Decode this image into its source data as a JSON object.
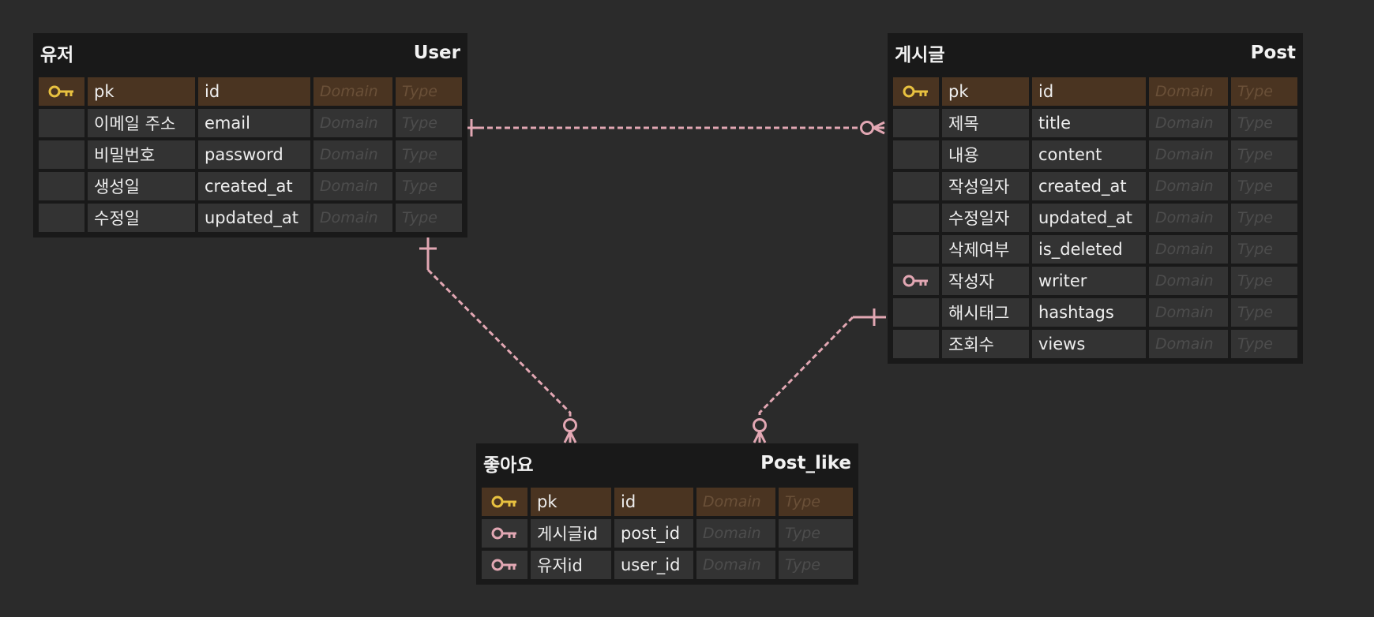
{
  "colors": {
    "background": "#2b2b2b",
    "table_bg": "#191919",
    "cell_bg": "#333333",
    "pk_row_bg": "#4a3421",
    "pk_key": "#e8c140",
    "fk_key": "#e2a7b3",
    "relation_line": "#e2a7b3"
  },
  "tables": [
    {
      "id": "user",
      "logical_name": "유저",
      "physical_name": "User",
      "columns": [
        {
          "key": "pk-key-icon",
          "logical": "pk",
          "physical": "id",
          "domain": "Domain",
          "type": "Type"
        },
        {
          "key": "",
          "logical": "이메일 주소",
          "physical": "email",
          "domain": "Domain",
          "type": "Type"
        },
        {
          "key": "",
          "logical": "비밀번호",
          "physical": "password",
          "domain": "Domain",
          "type": "Type"
        },
        {
          "key": "",
          "logical": "생성일",
          "physical": "created_at",
          "domain": "Domain",
          "type": "Type"
        },
        {
          "key": "",
          "logical": "수정일",
          "physical": "updated_at",
          "domain": "Domain",
          "type": "Type"
        }
      ]
    },
    {
      "id": "post",
      "logical_name": "게시글",
      "physical_name": "Post",
      "columns": [
        {
          "key": "pk-key-icon",
          "logical": "pk",
          "physical": "id",
          "domain": "Domain",
          "type": "Type"
        },
        {
          "key": "",
          "logical": "제목",
          "physical": "title",
          "domain": "Domain",
          "type": "Type"
        },
        {
          "key": "",
          "logical": "내용",
          "physical": "content",
          "domain": "Domain",
          "type": "Type"
        },
        {
          "key": "",
          "logical": "작성일자",
          "physical": "created_at",
          "domain": "Domain",
          "type": "Type"
        },
        {
          "key": "",
          "logical": "수정일자",
          "physical": "updated_at",
          "domain": "Domain",
          "type": "Type"
        },
        {
          "key": "",
          "logical": "삭제여부",
          "physical": "is_deleted",
          "domain": "Domain",
          "type": "Type"
        },
        {
          "key": "fk-key-icon",
          "logical": "작성자",
          "physical": "writer",
          "domain": "Domain",
          "type": "Type"
        },
        {
          "key": "",
          "logical": "해시태그",
          "physical": "hashtags",
          "domain": "Domain",
          "type": "Type"
        },
        {
          "key": "",
          "logical": "조회수",
          "physical": "views",
          "domain": "Domain",
          "type": "Type"
        }
      ]
    },
    {
      "id": "post_like",
      "logical_name": "좋아요",
      "physical_name": "Post_like",
      "columns": [
        {
          "key": "pk-key-icon",
          "logical": "pk",
          "physical": "id",
          "domain": "Domain",
          "type": "Type"
        },
        {
          "key": "fk-key-icon",
          "logical": "게시글id",
          "physical": "post_id",
          "domain": "Domain",
          "type": "Type"
        },
        {
          "key": "fk-key-icon",
          "logical": "유저id",
          "physical": "user_id",
          "domain": "Domain",
          "type": "Type"
        }
      ]
    }
  ],
  "relations": [
    {
      "from": "User",
      "to": "Post",
      "from_cardinality": "one",
      "to_cardinality": "zero-or-many"
    },
    {
      "from": "User",
      "to": "Post_like",
      "from_cardinality": "one",
      "to_cardinality": "zero-or-many"
    },
    {
      "from": "Post",
      "to": "Post_like",
      "from_cardinality": "one",
      "to_cardinality": "zero-or-many"
    }
  ]
}
